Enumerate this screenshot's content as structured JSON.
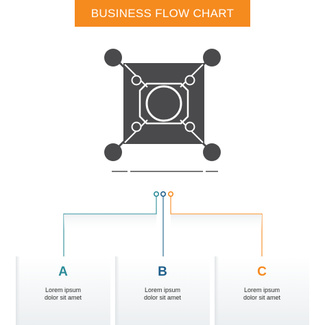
{
  "title": "BUSINESS FLOW CHART",
  "colors": {
    "banner": "#f58a1f",
    "icon": "#4a4a4c",
    "teal": "#2b8c98",
    "blue": "#1f5f8b",
    "orange": "#f58a1f"
  },
  "icon": "network-hub-icon",
  "steps": [
    {
      "letter": "A",
      "line1": "Lorem ipsum",
      "line2": "dolor sit amet",
      "color": "#2b8c98"
    },
    {
      "letter": "B",
      "line1": "Lorem ipsum",
      "line2": "dolor sit amet",
      "color": "#1f5f8b"
    },
    {
      "letter": "C",
      "line1": "Lorem ipsum",
      "line2": "dolor sit amet",
      "color": "#f58a1f"
    }
  ]
}
